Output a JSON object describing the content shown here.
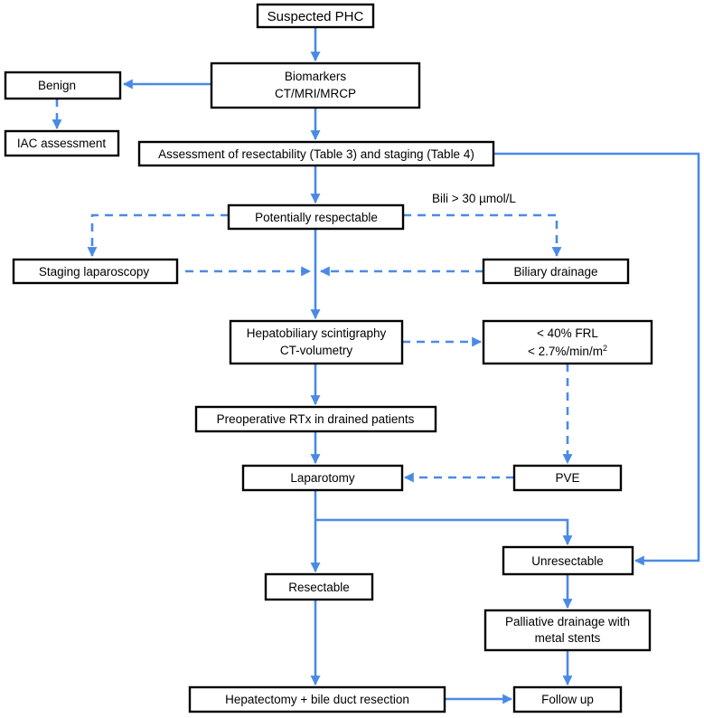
{
  "nodes": {
    "suspected_phc": "Suspected PHC",
    "biomarkers_1": "Biomarkers",
    "biomarkers_2": "CT/MRI/MRCP",
    "benign": "Benign",
    "iac": "IAC assessment",
    "assessment": "Assessment of resectability (Table 3) and staging (Table 4)",
    "potentially": "Potentially respectable",
    "bili": "Bili > 30 µmol/L",
    "staging_lap": "Staging laparoscopy",
    "biliary": "Biliary drainage",
    "hepato_1": "Hepatobiliary scintigraphy",
    "hepato_2": "CT-volumetry",
    "frl_1": "< 40% FRL",
    "frl_2": "< 2.7%/min/m",
    "frl_2_sup": "2",
    "preop": "Preoperative RTx in drained patients",
    "laparotomy": "Laparotomy",
    "pve": "PVE",
    "unresectable": "Unresectable",
    "resectable": "Resectable",
    "palliative_1": "Palliative drainage with",
    "palliative_2": "metal stents",
    "hepatectomy": "Hepatectomy + bile duct resection",
    "follow_up": "Follow up"
  },
  "colors": {
    "arrow": "#4a8ae6",
    "box_border": "#000000"
  }
}
